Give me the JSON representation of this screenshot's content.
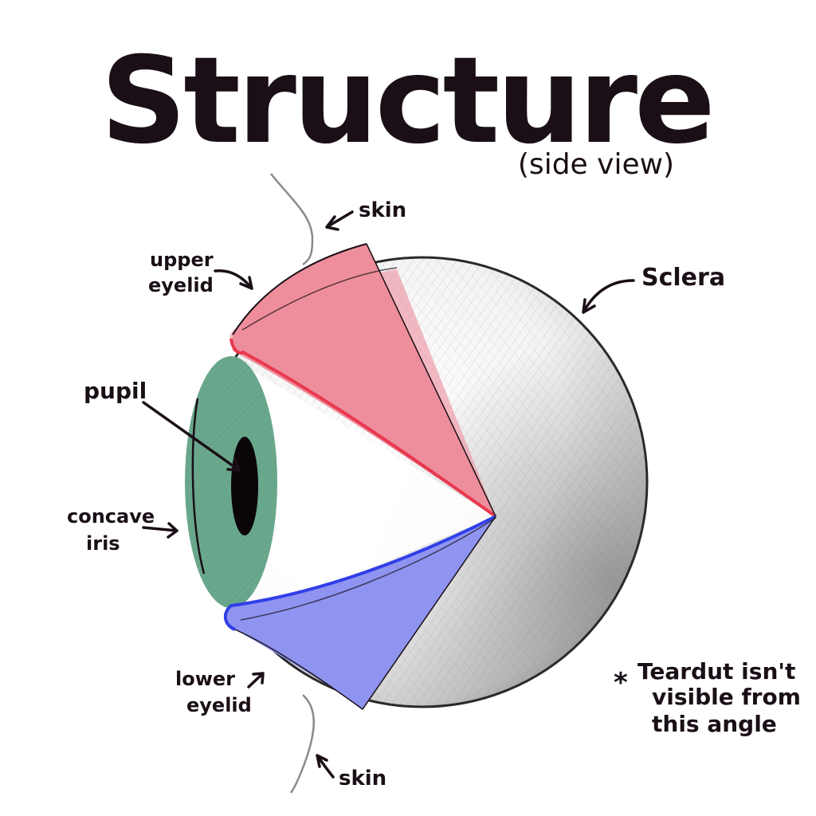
{
  "title": "Structure",
  "subtitle": "(side view)",
  "labels": {
    "skin_top": "skin",
    "upper_eyelid_line1": "upper",
    "upper_eyelid_line2": "eyelid",
    "sclera": "Sclera",
    "pupil": "pupil",
    "iris_line1": "concave",
    "iris_line2": "iris",
    "lower_eyelid_line1": "lower",
    "lower_eyelid_line2": "eyelid",
    "skin_bottom": "skin"
  },
  "note": {
    "star": "*",
    "line1": "Teardut isn't",
    "line2": "visible from",
    "line3": "this angle"
  },
  "colors": {
    "ink": "#1a0f17",
    "upper_eyelid": "#ee8e9c",
    "upper_eyelid_rim": "#e8394f",
    "lower_eyelid": "#8f94f0",
    "lower_eyelid_rim": "#2f3fe8",
    "iris": "#6aa88d",
    "pupil": "#0b0509",
    "sclera_shade": "#7a7a7a",
    "skin_line": "#8a8a8a"
  }
}
